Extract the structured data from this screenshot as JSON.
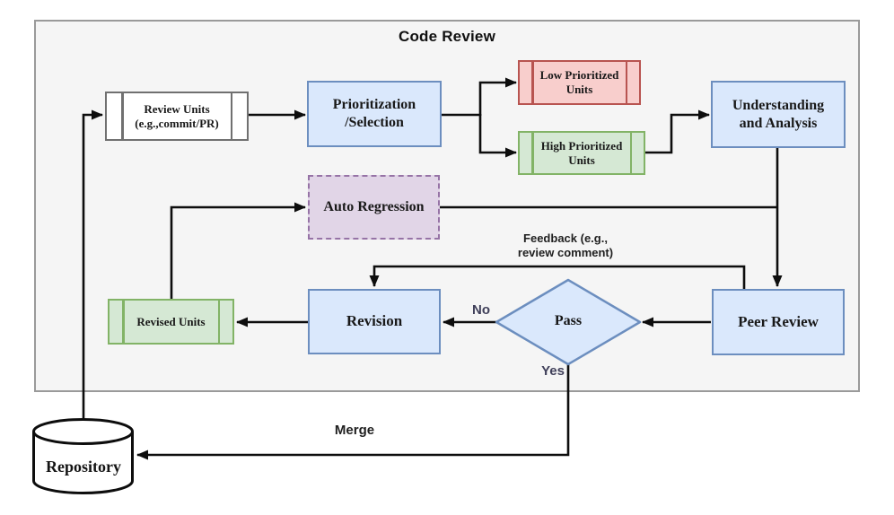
{
  "diagram": {
    "title": "Code Review",
    "nodes": {
      "review_units": {
        "line1": "Review Units",
        "line2": "(e.g.,commit/PR)"
      },
      "prioritization": {
        "line1": "Prioritization",
        "line2": "/Selection"
      },
      "low_prioritized": {
        "line1": "Low Prioritized",
        "line2": "Units"
      },
      "high_prioritized": {
        "line1": "High Prioritized",
        "line2": "Units"
      },
      "understanding": {
        "line1": "Understanding",
        "line2": "and Analysis"
      },
      "auto_regression": {
        "label": "Auto Regression"
      },
      "peer_review": {
        "label": "Peer Review"
      },
      "pass_decision": {
        "label": "Pass"
      },
      "revision": {
        "label": "Revision"
      },
      "revised_units": {
        "label": "Revised Units"
      },
      "repository": {
        "label": "Repository"
      }
    },
    "edge_labels": {
      "feedback_line1": "Feedback (e.g.,",
      "feedback_line2": "review comment)",
      "no": "No",
      "yes": "Yes",
      "merge": "Merge"
    },
    "colors": {
      "blue_fill": "#dae8fc",
      "blue_stroke": "#6c8ebf",
      "green_fill": "#d5e8d4",
      "green_stroke": "#82b366",
      "red_fill": "#f8cecc",
      "red_stroke": "#b85450",
      "purple_fill": "#e1d5e7",
      "purple_stroke": "#9673a6",
      "gray_stroke": "#707070",
      "container_fill": "#f5f5f5",
      "container_stroke": "#9a9a9a",
      "edge_color": "#0d0d0d"
    }
  }
}
